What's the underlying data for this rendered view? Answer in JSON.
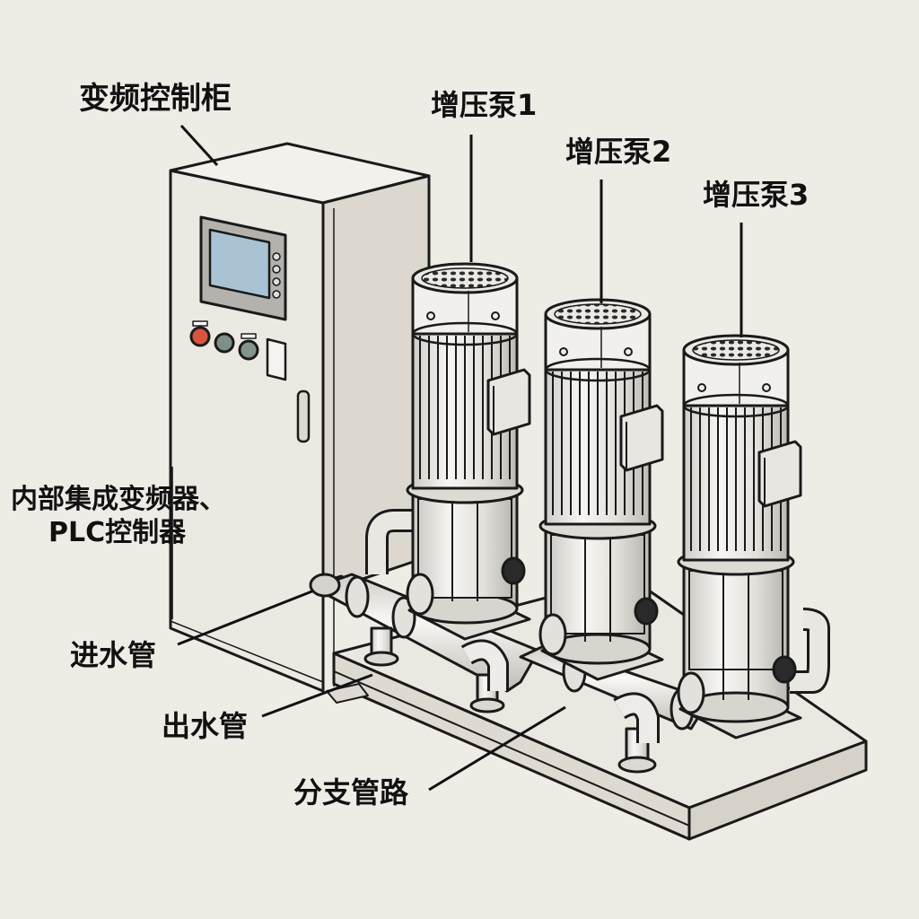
{
  "title": "变频恒压供水设备结构示意图",
  "labels": {
    "control_cabinet": "变频控制柜",
    "pump_1": "增压泵1",
    "pump_2": "增压泵2",
    "pump_3": "增压泵3",
    "internal_line1": "内部集成变频器、",
    "internal_line2": "PLC控制器",
    "inlet_pipe": "进水管",
    "outlet_pipe": "出水管",
    "branch_pipe": "分支管路"
  },
  "colors": {
    "background": "#efece6",
    "line": "#1a1a1a",
    "cabinet_fill": "#ece9e2",
    "metal_fill": "#e6e4df",
    "screen": "#a9c3d4",
    "button_red": "#d9543f",
    "button_green": "#7d8f86"
  }
}
